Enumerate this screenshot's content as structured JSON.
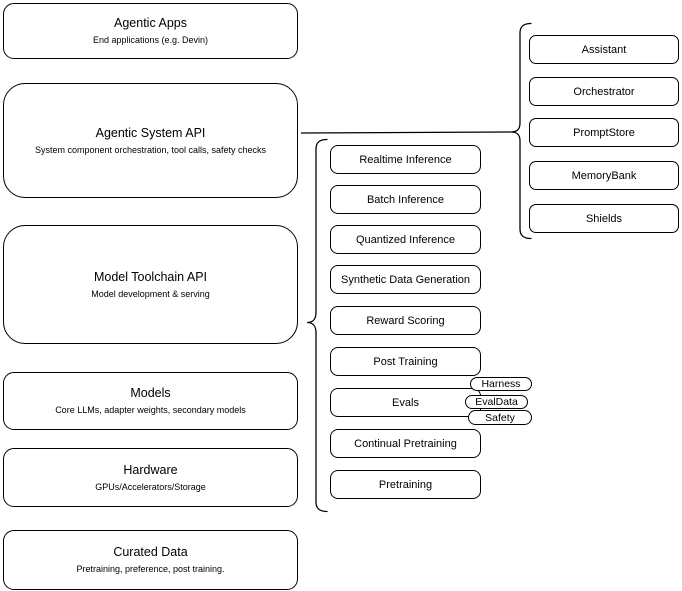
{
  "colors": {
    "stroke": "#000000",
    "fill": "#ffffff",
    "text": "#000000",
    "background": "#ffffff"
  },
  "stack": [
    {
      "title": "Agentic Apps",
      "subtitle": "End applications (e.g. Devin)"
    },
    {
      "title": "Agentic System API",
      "subtitle": "System component orchestration, tool calls, safety checks"
    },
    {
      "title": "Model Toolchain API",
      "subtitle": "Model development & serving"
    },
    {
      "title": "Models",
      "subtitle": "Core LLMs, adapter weights, secondary models"
    },
    {
      "title": "Hardware",
      "subtitle": "GPUs/Accelerators/Storage"
    },
    {
      "title": "Curated Data",
      "subtitle": "Pretraining, preference, post training."
    }
  ],
  "toolchain_services": [
    "Realtime Inference",
    "Batch Inference",
    "Quantized Inference",
    "Synthetic Data Generation",
    "Reward Scoring",
    "Post Training",
    "Evals",
    "Continual Pretraining",
    "Pretraining"
  ],
  "evals_components": [
    "Harness",
    "EvalData",
    "Safety"
  ],
  "system_components": [
    "Assistant",
    "Orchestrator",
    "PromptStore",
    "MemoryBank",
    "Shields"
  ]
}
